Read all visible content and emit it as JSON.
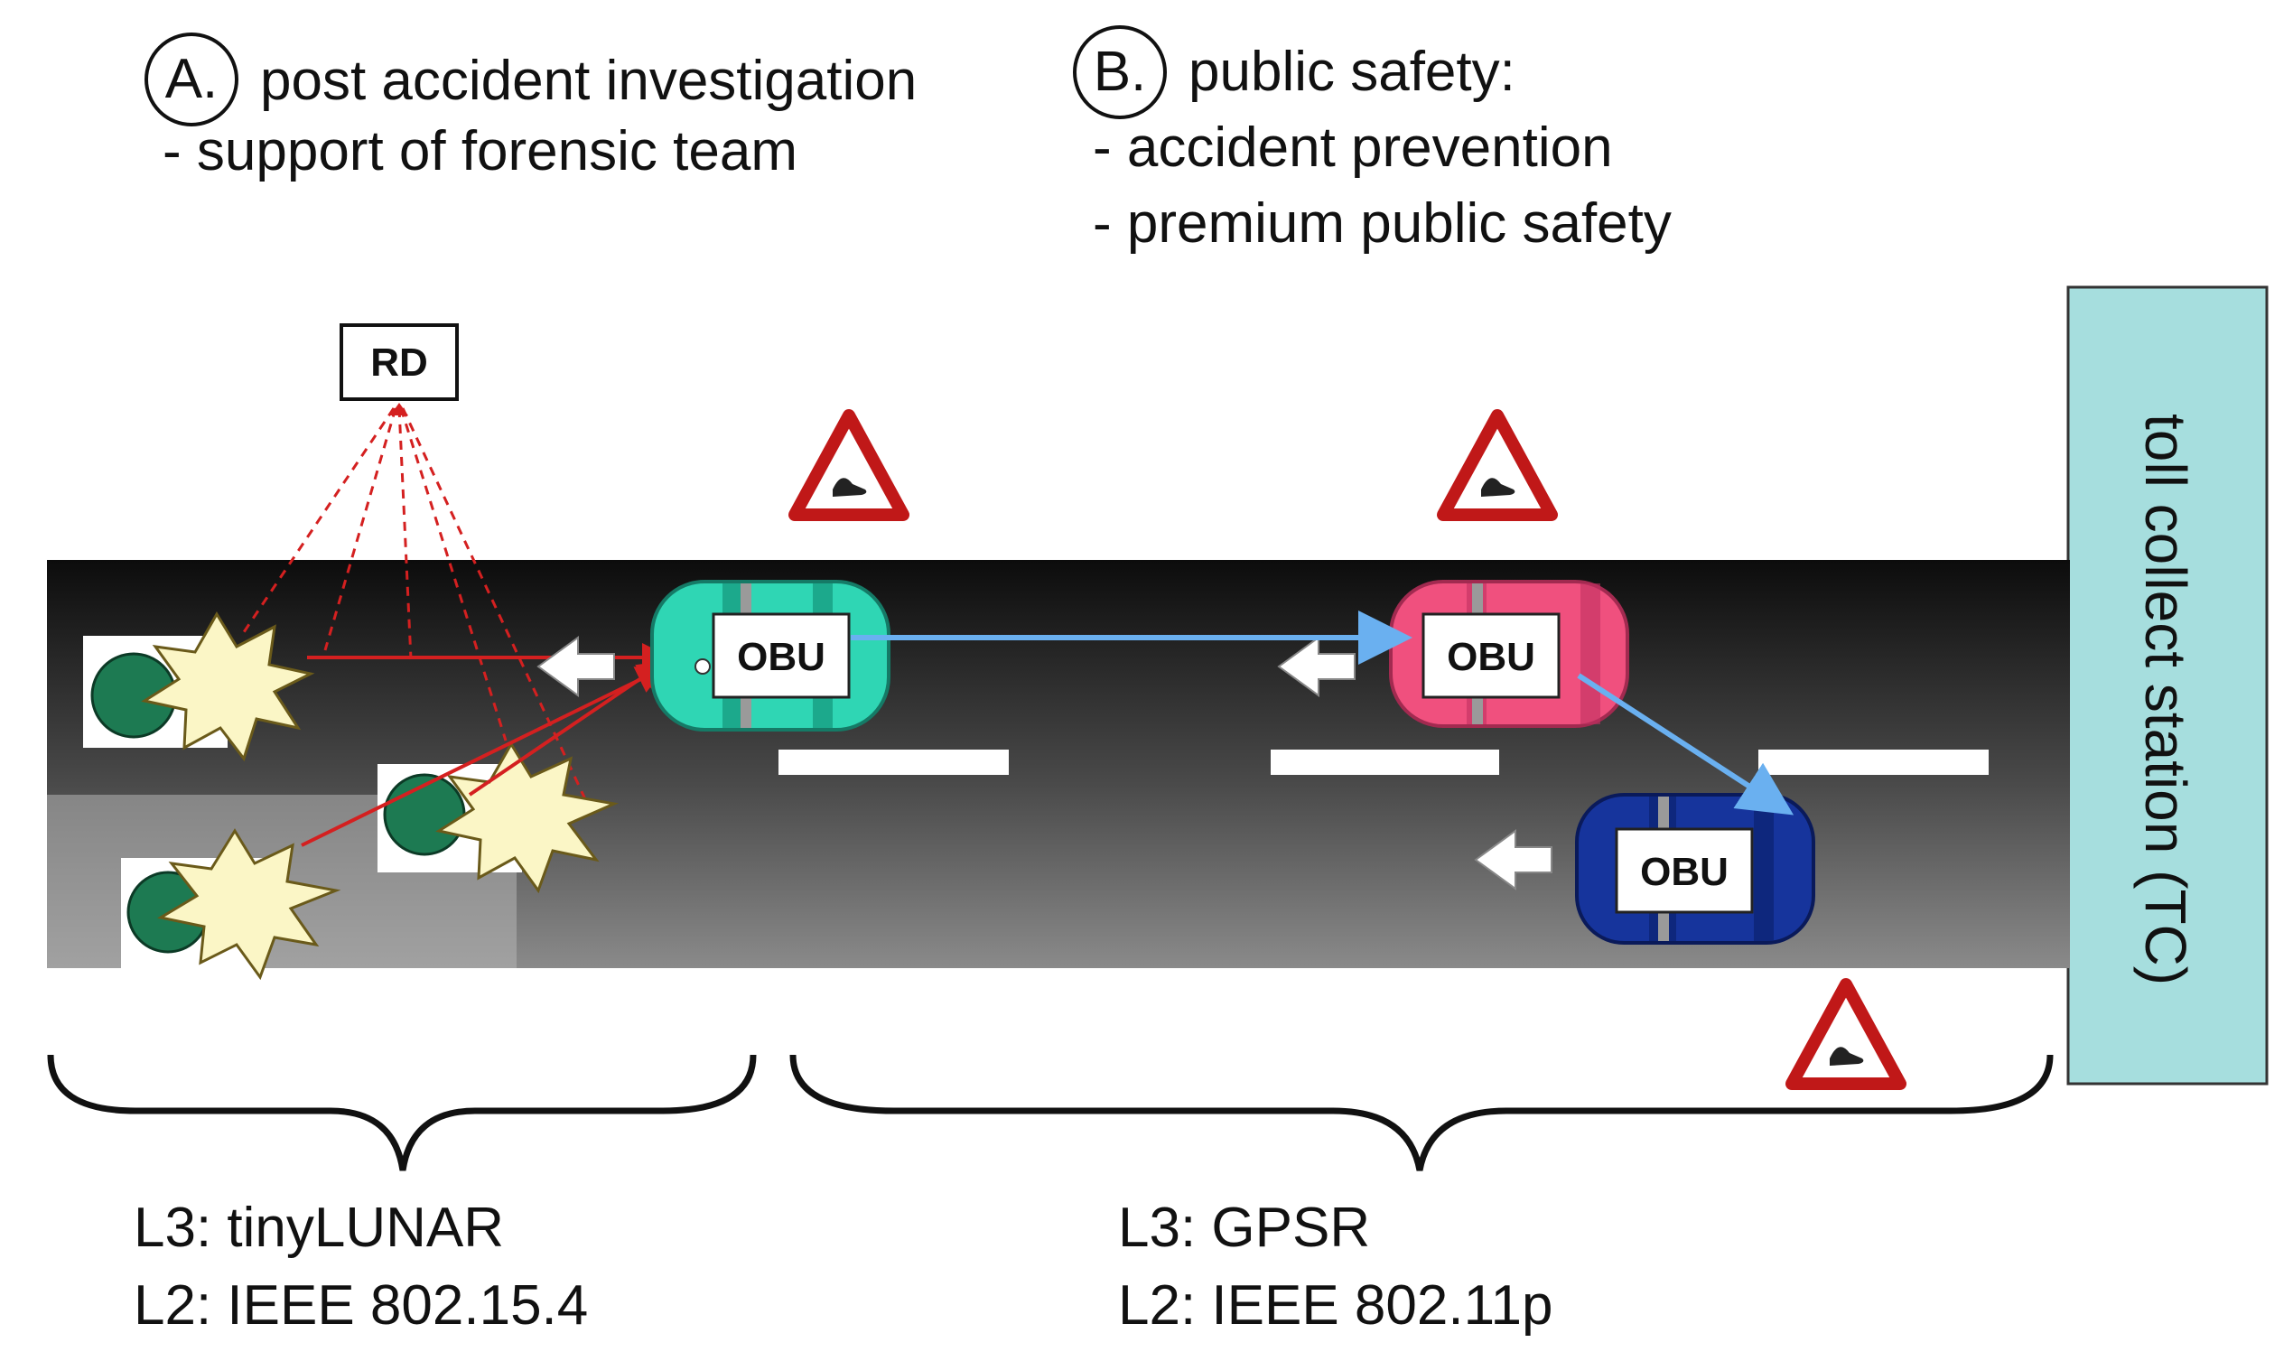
{
  "section_a": {
    "marker": "A.",
    "title": "post accident investigation",
    "bullet_1": "- support of forensic team"
  },
  "section_b": {
    "marker": "B.",
    "title": "public safety:",
    "bullet_1": "- accident prevention",
    "bullet_2": "- premium public safety"
  },
  "rd_label": "RD",
  "obu_label": "OBU",
  "toll_station_label": "toll collect station (TC)",
  "left_stack": {
    "l3": "L3: tinyLUNAR",
    "l2": "L2: IEEE 802.15.4"
  },
  "right_stack": {
    "l3": "L3: GPSR",
    "l2": "L2: IEEE 802.11p"
  },
  "colors": {
    "car_green": "#2fd6b4",
    "car_pink": "#f0507e",
    "car_blue": "#16349c",
    "link_blue": "#6ab0f0",
    "link_red": "#d42020",
    "warning_red": "#c01818",
    "toll_fill": "#a6dede"
  }
}
